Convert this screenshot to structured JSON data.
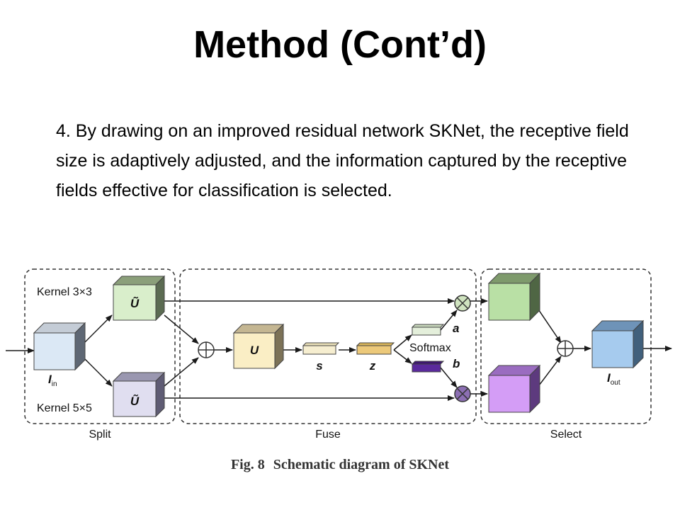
{
  "slide": {
    "title": "Method (Cont’d)",
    "body": "4. By drawing on an improved residual network SKNet, the receptive field size is adaptively adjusted, and the information captured by the receptive fields effective for classification is selected."
  },
  "diagram": {
    "sections": {
      "split": "Split",
      "fuse": "Fuse",
      "select": "Select"
    },
    "kernel_top": "Kernel 3×3",
    "kernel_bottom": "Kernel 5×5",
    "input_label": "I",
    "input_sub": "in",
    "output_label": "I",
    "output_sub": "out",
    "u_tilde": "Ũ",
    "u_hat": "Ũ",
    "u": "U",
    "s": "s",
    "z": "z",
    "softmax": "Softmax",
    "a": "a",
    "b": "b"
  },
  "caption": {
    "number": "Fig. 8",
    "text": "Schematic diagram of SKNet"
  }
}
